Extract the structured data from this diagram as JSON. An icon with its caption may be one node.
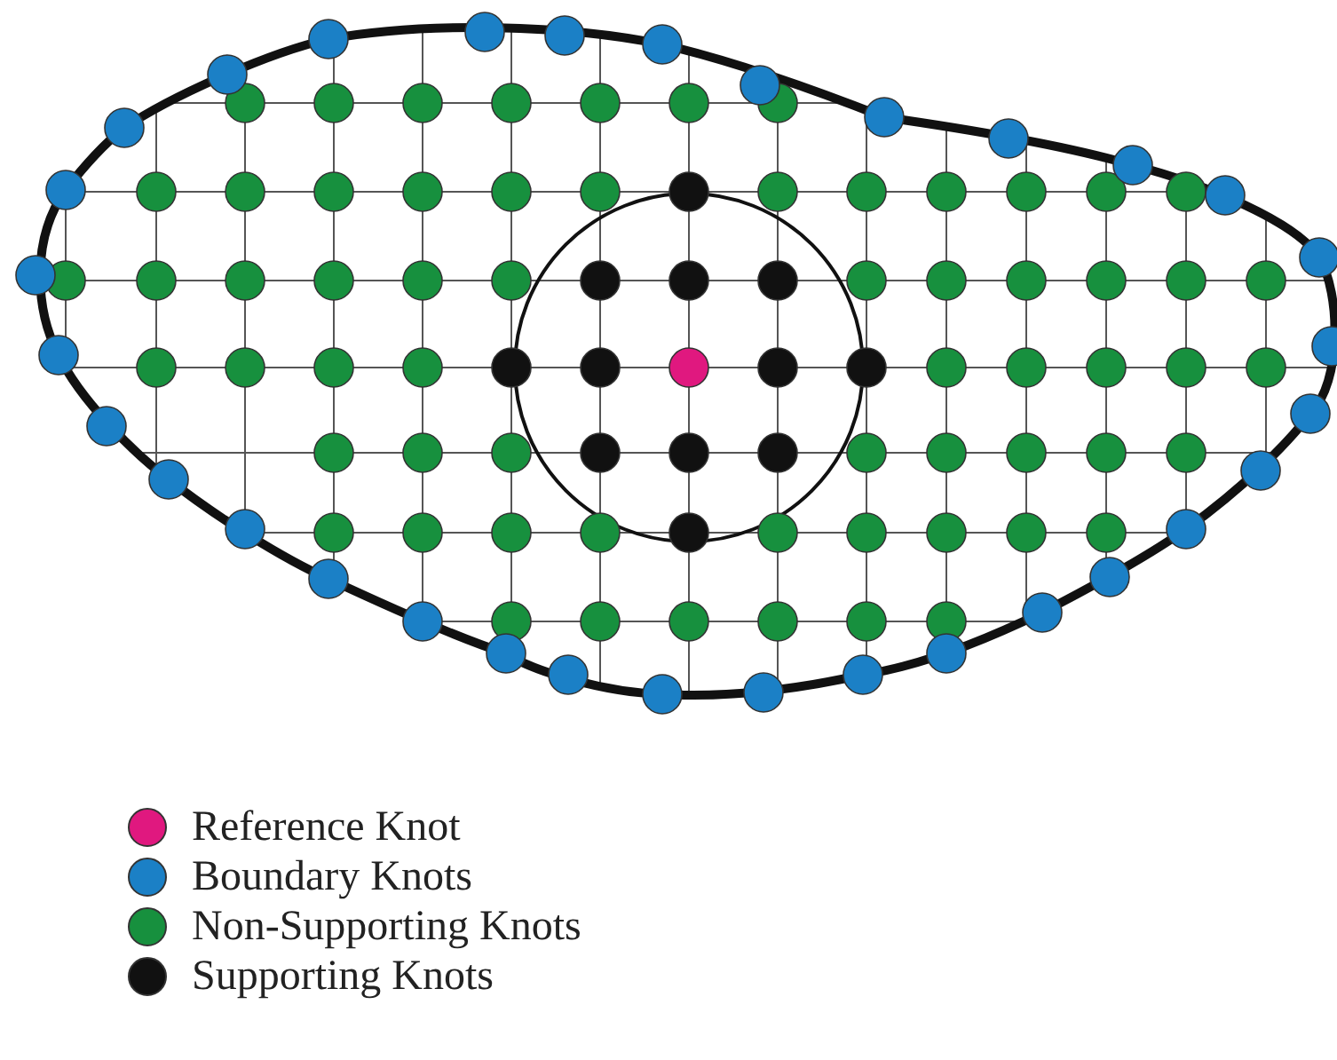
{
  "diagram": {
    "legend": [
      {
        "text": "Reference Knot",
        "color": "#e0187f"
      },
      {
        "text": "Boundary Knots",
        "color": "#1b80c6"
      },
      {
        "text": "Non-Supporting Knots",
        "color": "#17903e"
      },
      {
        "text": "Supporting Knots",
        "color": "#111111"
      }
    ]
  }
}
